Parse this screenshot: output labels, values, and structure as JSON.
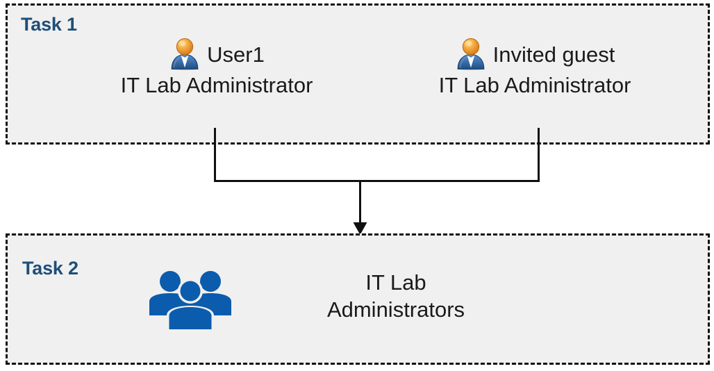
{
  "diagram": {
    "type": "process-flow",
    "title": "",
    "background_color": "#FFFFFF",
    "box_fill_color": "#F0F0F0",
    "box_border_color": "#101010",
    "accent_color": "#1F4E79",
    "group_icon_color": "#0B5CAD",
    "connector_color": "#101010"
  },
  "task1": {
    "label": "Task 1",
    "members": [
      {
        "icon": "user-icon",
        "name": "User1",
        "role": "IT Lab Administrator"
      },
      {
        "icon": "user-icon",
        "name": "Invited guest",
        "role": "IT Lab Administrator"
      }
    ]
  },
  "task2": {
    "label": "Task 2",
    "group": {
      "icon": "user-group-icon",
      "name_line1": "IT Lab",
      "name_line2": "Administrators"
    }
  },
  "connector": {
    "icon": "arrow-down-icon",
    "description": "Both Task 1 members merge and flow down into the Task 2 group",
    "from": [
      "User1",
      "Invited guest"
    ],
    "to": "IT Lab Administrators"
  }
}
